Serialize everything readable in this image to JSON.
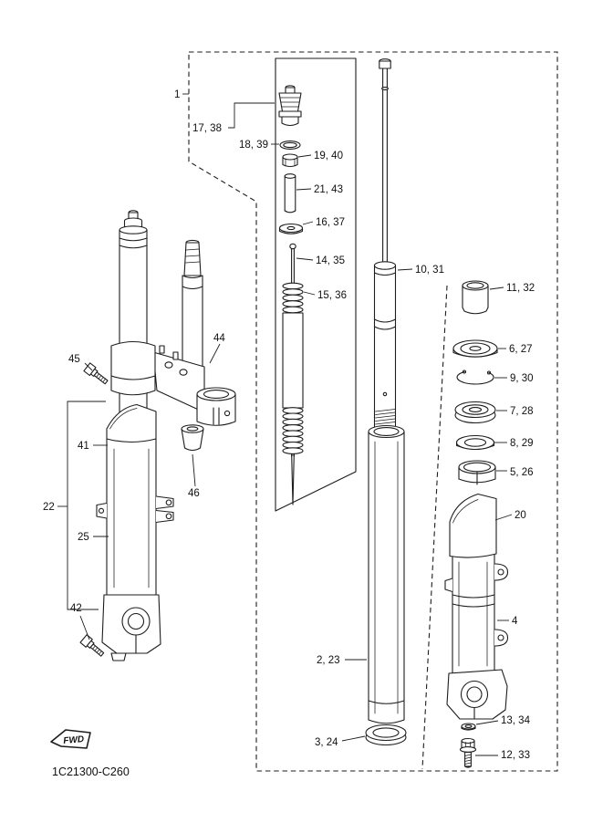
{
  "page": {
    "background": "#ffffff",
    "line_color": "#1d1d1d"
  },
  "diagram": {
    "drawing_number": "1C21300-C260",
    "fwd_label": "FWD",
    "callouts": {
      "group_box": "1",
      "cap_bolt": "17, 38",
      "o_ring": "18, 39",
      "nut": "19, 40",
      "spacer": "21, 43",
      "washer_upper": "16, 37",
      "damper_rod": "14, 35",
      "fork_spring": "15, 36",
      "inner_tube": "10, 31",
      "cap": "11, 32",
      "spring_seat": "6, 27",
      "clip": "9, 30",
      "oil_seal": "7, 28",
      "washer_lower": "8, 29",
      "slide_bushing": "5, 26",
      "protector": "20",
      "bottom_case": "4",
      "axle_washer": "13, 34",
      "axle_bolt": "12, 33",
      "outer_tube": "2, 23",
      "dust_seal": "3, 24",
      "under_bracket": "44",
      "bracket_bolt": "45",
      "stem_bushing": "46",
      "fork_upper": "41",
      "fork_assembly": "22",
      "fork_lower": "25",
      "pinch_bolt": "42"
    }
  }
}
